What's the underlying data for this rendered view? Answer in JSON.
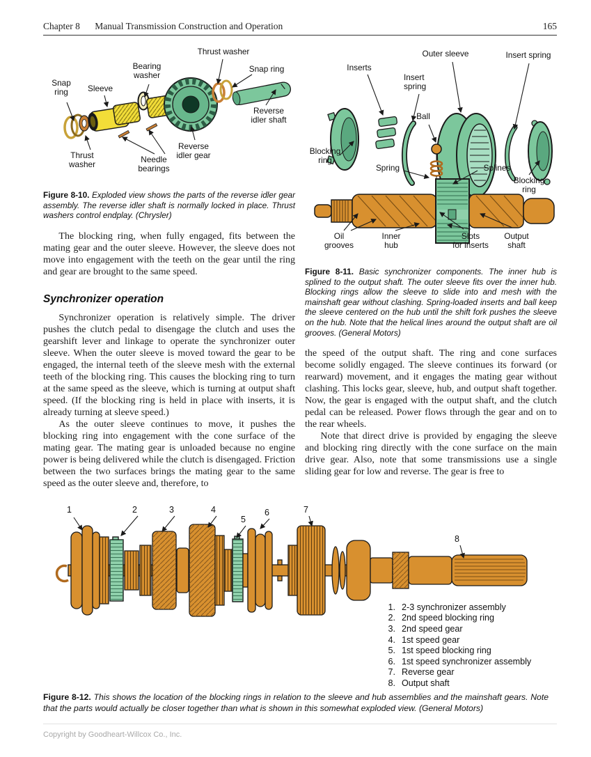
{
  "palette": {
    "green": "#7cc79c",
    "green_dark": "#5aa87f",
    "green_light": "#a8dec2",
    "green_fig12": "#8fd0ab",
    "yellow": "#f2dd38",
    "orange": "#d8902f",
    "orange_dark": "#7a4e14",
    "washer": "#c87f35",
    "gold": "#c8a239",
    "text": "#1c1c1c",
    "footer_gray": "#a9a9a9"
  },
  "header": {
    "chapter": "Chapter 8",
    "title": "Manual Transmission Construction and Operation",
    "page_number": "165"
  },
  "fig10": {
    "labels": [
      "Snap\nring",
      "Sleeve",
      "Bearing\nwasher",
      "Thrust washer",
      "Snap ring",
      "Reverse\nidler shaft",
      "Reverse\nidler gear",
      "Needle\nbearings",
      "Thrust\nwasher"
    ],
    "caption_lead": "Figure 8-10.",
    "caption_text": "Exploded view shows the parts of the reverse idler gear assembly. The reverse idler shaft is normally locked in place. Thrust washers control endplay. (Chrysler)"
  },
  "fig11": {
    "labels": [
      "Inserts",
      "Outer sleeve",
      "Insert spring",
      "Insert\nspring",
      "Ball",
      "Blocking\nring",
      "Spring",
      "Splines",
      "Blocking\nring",
      "Oil\ngrooves",
      "Inner\nhub",
      "Slots\nfor inserts",
      "Output\nshaft"
    ],
    "caption_lead": "Figure 8-11.",
    "caption_text": "Basic synchronizer components. The inner hub is splined to the output shaft. The outer sleeve fits over the inner hub. Blocking rings allow the sleeve to slide into and mesh with the mainshaft gear without clashing. Spring-loaded inserts and ball keep the sleeve centered on the hub until the shift fork pushes the sleeve on the hub. Note that the helical lines around the output shaft are oil grooves. (General Motors)"
  },
  "fig12": {
    "callouts": [
      "1",
      "2",
      "3",
      "4",
      "5",
      "6",
      "7",
      "8"
    ],
    "legend": [
      {
        "num": "1.",
        "text": "2-3 synchronizer assembly"
      },
      {
        "num": "2.",
        "text": "2nd speed blocking ring"
      },
      {
        "num": "3.",
        "text": "2nd speed gear"
      },
      {
        "num": "4.",
        "text": "1st speed gear"
      },
      {
        "num": "5.",
        "text": "1st speed blocking ring"
      },
      {
        "num": "6.",
        "text": "1st speed synchronizer assembly"
      },
      {
        "num": "7.",
        "text": "Reverse gear"
      },
      {
        "num": "8.",
        "text": "Output shaft"
      }
    ],
    "caption_lead": "Figure 8-12.",
    "caption_text": "This shows the location of the blocking rings in relation to the sleeve and hub assemblies and the mainshaft gears. Note that the parts would actually be closer together than what is shown in this somewhat exploded view. (General Motors)"
  },
  "body": {
    "p1": "The blocking ring, when fully engaged, fits between the mating gear and the outer sleeve. However, the sleeve does not move into engagement with the teeth on the gear until the ring and gear are brought to the same speed.",
    "heading": "Synchronizer operation",
    "p2": "Synchronizer operation is relatively simple. The driver pushes the clutch pedal to disengage the clutch and uses the gearshift lever and linkage to operate the synchronizer outer sleeve. When the outer sleeve is moved toward the gear to be engaged, the internal teeth of the sleeve mesh with the external teeth of the blocking ring. This causes the blocking ring to turn at the same speed as the sleeve, which is turning at output shaft speed. (If the blocking ring is held in place with inserts, it is already turning at sleeve speed.)",
    "p3": "As the outer sleeve continues to move, it pushes the blocking ring into engagement with the cone surface of the mating gear. The mating gear is unloaded because no engine power is being delivered while the clutch is disengaged. Friction between the two surfaces brings the mating gear to the same speed as the outer sleeve and, therefore, to",
    "p4": "the speed of the output shaft. The ring and cone surfaces become solidly engaged. The sleeve continues its forward (or rearward) movement, and it engages the mating gear without clashing. This locks gear, sleeve, hub, and output shaft together. Now, the gear is engaged with the output shaft, and the clutch pedal can be released. Power flows through the gear and on to the rear wheels.",
    "p5": "Note that direct drive is provided by engaging the sleeve and blocking ring directly with the cone surface on the main drive gear. Also, note that some transmissions use a single sliding gear for low and reverse. The gear is free to"
  },
  "footer": {
    "copyright": "Copyright by Goodheart-Willcox Co., Inc."
  }
}
